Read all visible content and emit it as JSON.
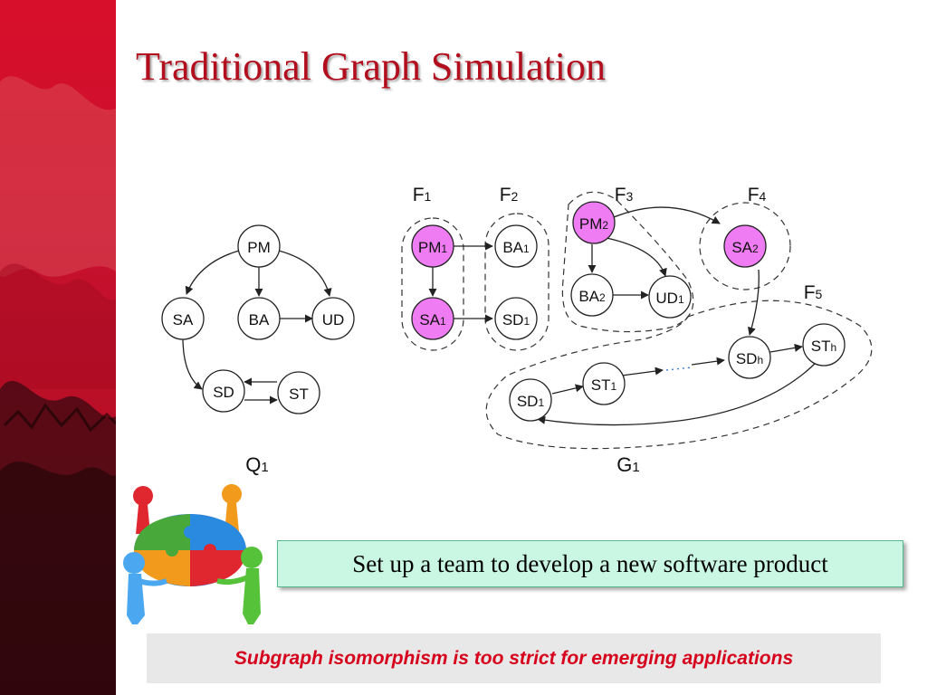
{
  "slide": {
    "title": "Traditional Graph Simulation",
    "callout": "Set up a team to develop a new software product",
    "note": "Subgraph isomorphism is too strict for emerging applications"
  },
  "colors": {
    "sidebar": "#c8102e",
    "title": "#b30e1e",
    "highlight_node": "#f07cf4",
    "callout_bg": "#c9f7e4",
    "note_text": "#d6001c",
    "note_bg": "#e8e8e8"
  },
  "query_graph": {
    "label": {
      "main": "Q",
      "sub": "1"
    },
    "nodes": [
      {
        "id": "PM",
        "main": "PM",
        "sub": ""
      },
      {
        "id": "SA",
        "main": "SA",
        "sub": ""
      },
      {
        "id": "BA",
        "main": "BA",
        "sub": ""
      },
      {
        "id": "UD",
        "main": "UD",
        "sub": ""
      },
      {
        "id": "SD",
        "main": "SD",
        "sub": ""
      },
      {
        "id": "ST",
        "main": "ST",
        "sub": ""
      }
    ],
    "edges": [
      [
        "PM",
        "SA"
      ],
      [
        "PM",
        "BA"
      ],
      [
        "PM",
        "UD"
      ],
      [
        "BA",
        "UD"
      ],
      [
        "SA",
        "SD"
      ],
      [
        "SD",
        "ST"
      ],
      [
        "ST",
        "SD"
      ]
    ]
  },
  "data_graph": {
    "label": {
      "main": "G",
      "sub": "1"
    },
    "fragments": [
      {
        "main": "F",
        "sub": "1"
      },
      {
        "main": "F",
        "sub": "2"
      },
      {
        "main": "F",
        "sub": "3"
      },
      {
        "main": "F",
        "sub": "4"
      },
      {
        "main": "F",
        "sub": "5"
      }
    ],
    "nodes": [
      {
        "id": "PM1",
        "main": "PM",
        "sub": "1",
        "highlight": true
      },
      {
        "id": "SA1",
        "main": "SA",
        "sub": "1",
        "highlight": true
      },
      {
        "id": "BA1",
        "main": "BA",
        "sub": "1",
        "highlight": false
      },
      {
        "id": "SD1a",
        "main": "SD",
        "sub": "1",
        "highlight": false
      },
      {
        "id": "PM2",
        "main": "PM",
        "sub": "2",
        "highlight": true
      },
      {
        "id": "BA2",
        "main": "BA",
        "sub": "2",
        "highlight": false
      },
      {
        "id": "UD1",
        "main": "UD",
        "sub": "1",
        "highlight": false
      },
      {
        "id": "SA2",
        "main": "SA",
        "sub": "2",
        "highlight": true
      },
      {
        "id": "SD1b",
        "main": "SD",
        "sub": "1",
        "highlight": false
      },
      {
        "id": "ST1",
        "main": "ST",
        "sub": "1",
        "highlight": false
      },
      {
        "id": "SDh",
        "main": "SD",
        "sub": "h",
        "highlight": false
      },
      {
        "id": "STh",
        "main": "ST",
        "sub": "h",
        "highlight": false
      }
    ],
    "edges": [
      [
        "PM1",
        "BA1"
      ],
      [
        "PM1",
        "SA1"
      ],
      [
        "SA1",
        "SD1a"
      ],
      [
        "PM2",
        "BA2"
      ],
      [
        "PM2",
        "UD1"
      ],
      [
        "PM2",
        "SA2"
      ],
      [
        "BA2",
        "UD1"
      ],
      [
        "SA2",
        "SDh"
      ],
      [
        "SD1b",
        "ST1"
      ],
      [
        "ST1",
        "SDh"
      ],
      [
        "SDh",
        "STh"
      ],
      [
        "STh",
        "SD1b"
      ]
    ]
  }
}
